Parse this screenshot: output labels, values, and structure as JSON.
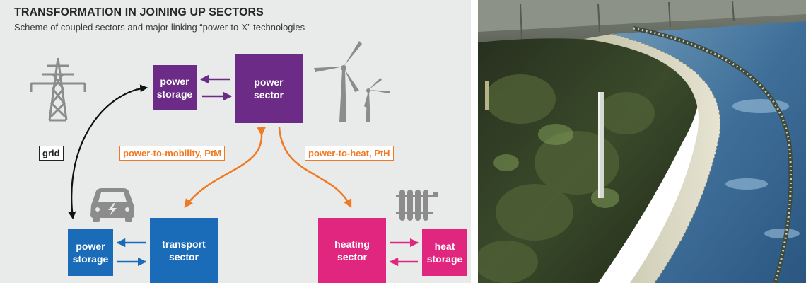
{
  "figure": {
    "title": "TRANSFORMATION IN JOINING UP SECTORS",
    "subtitle": "Scheme of coupled sectors and major linking “power-to-X” technologies"
  },
  "nodes": {
    "power_storage_top": {
      "line1": "power",
      "line2": "storage",
      "color": "#6b2b86"
    },
    "power_sector": {
      "line1": "power",
      "line2": "sector",
      "color": "#6b2b86"
    },
    "power_storage_bottom": {
      "line1": "power",
      "line2": "storage",
      "color": "#1a6cb8"
    },
    "transport_sector": {
      "line1": "transport",
      "line2": "sector",
      "color": "#1a6cb8"
    },
    "heating_sector": {
      "line1": "heating",
      "line2": "sector",
      "color": "#e0267f"
    },
    "heat_storage": {
      "line1": "heat",
      "line2": "storage",
      "color": "#e0267f"
    }
  },
  "links": {
    "grid": "grid",
    "power_to_mobility": "power-to-mobility, PtM",
    "power_to_heat": "power-to-heat, PtH",
    "link_color": "#f07a24"
  },
  "icons": [
    "transmission-tower-icon",
    "wind-turbine-icon",
    "car-icon",
    "radiator-icon"
  ],
  "photo": {
    "subject": "circular water clarifier tank with reflections of trees"
  }
}
